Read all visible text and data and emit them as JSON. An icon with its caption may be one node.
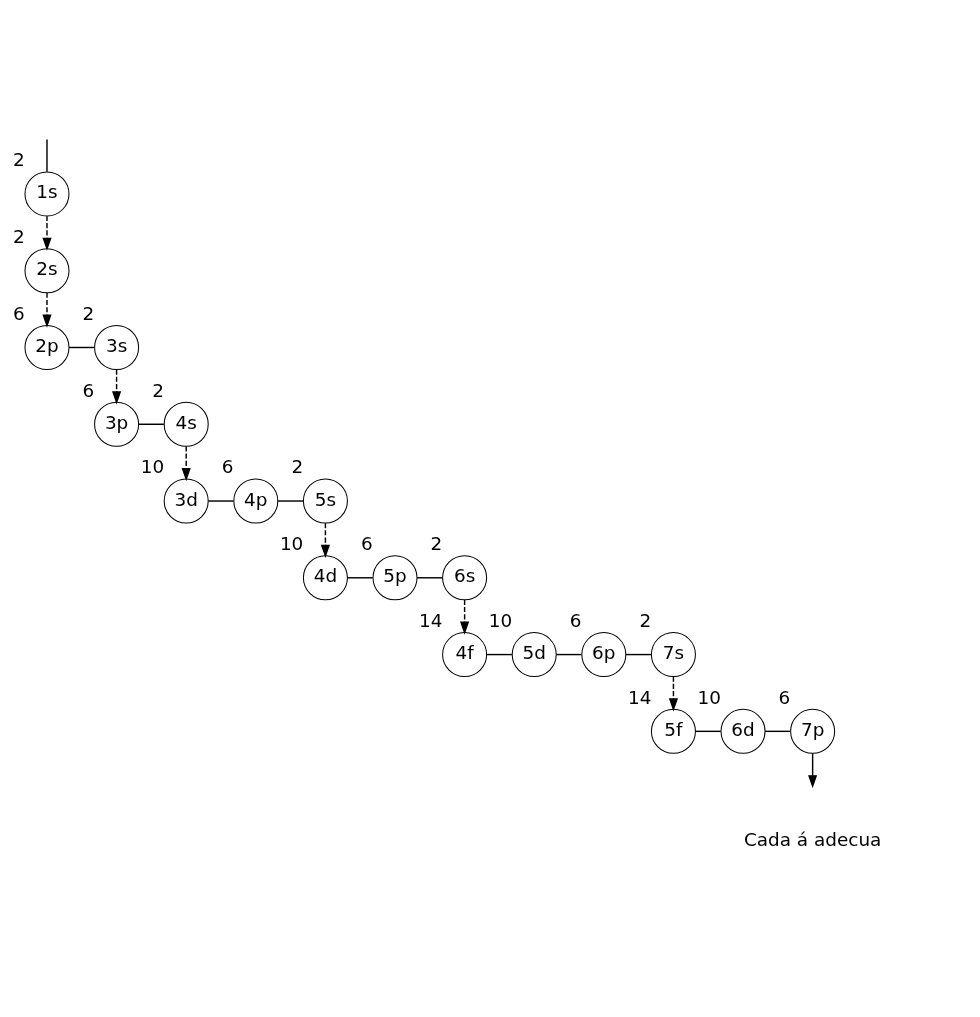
{
  "diagram": {
    "nodes": [
      {
        "text": [
          "1s"
        ],
        "beside": [
          "2"
        ]
      },
      {
        "text": [
          "2s"
        ],
        "beside": [
          "2"
        ]
      },
      {
        "text": [
          "2p"
        ],
        "beside": [
          "6"
        ]
      },
      {
        "text": [
          "3s"
        ],
        "beside": [
          "2"
        ]
      },
      {
        "text": [
          "3p"
        ],
        "beside": [
          "6"
        ]
      },
      {
        "text": [
          "4s"
        ],
        "beside": [
          "2"
        ]
      },
      {
        "text": [
          "3d"
        ],
        "beside": [
          "10"
        ]
      },
      {
        "text": [
          "4p"
        ],
        "beside": [
          "6"
        ]
      },
      {
        "text": [
          "5s"
        ],
        "beside": [
          "2"
        ]
      },
      {
        "text": [
          "4d"
        ],
        "beside": [
          "10"
        ]
      },
      {
        "text": [
          "5p"
        ],
        "beside": [
          "6"
        ]
      },
      {
        "text": [
          "6s"
        ],
        "beside": [
          "2"
        ]
      },
      {
        "text": [
          "4f"
        ],
        "beside": [
          "14"
        ]
      },
      {
        "text": [
          "5d"
        ],
        "beside": [
          "10"
        ]
      },
      {
        "text": [
          "6p"
        ],
        "beside": [
          "6"
        ]
      },
      {
        "text": [
          "7s"
        ],
        "beside": [
          "2"
        ]
      },
      {
        "text": [
          "5f"
        ],
        "beside": [
          "14"
        ]
      },
      {
        "text": [
          "6d"
        ],
        "beside": [
          "10"
        ]
      },
      {
        "text": [
          "7p"
        ],
        "beside": [
          "6"
        ]
      }
    ],
    "edges": [
      {
        "from": null,
        "to": 0,
        "arrow": "none"
      },
      {
        "from": 0,
        "to": 1,
        "arrow": "to",
        "style": "dashed"
      },
      {
        "from": 1,
        "to": 2,
        "arrow": "to",
        "style": "dashed"
      },
      {
        "from": 2,
        "to": 3,
        "arrow": "none"
      },
      {
        "from": 3,
        "to": 4,
        "arrow": "to",
        "style": "dashed"
      },
      {
        "from": 4,
        "to": 5,
        "arrow": "none"
      },
      {
        "from": 5,
        "to": 6,
        "arrow": "to",
        "style": "dashed"
      },
      {
        "from": 6,
        "to": 7,
        "arrow": "none"
      },
      {
        "from": 7,
        "to": 8,
        "arrow": "none"
      },
      {
        "from": 8,
        "to": 9,
        "arrow": "to",
        "style": "dashed"
      },
      {
        "from": 9,
        "to": 10,
        "arrow": "none"
      },
      {
        "from": 10,
        "to": 11,
        "arrow": "none"
      },
      {
        "from": 11,
        "to": 12,
        "arrow": "to",
        "style": "dashed"
      },
      {
        "from": 12,
        "to": 13,
        "arrow": "none"
      },
      {
        "from": 13,
        "to": 14,
        "arrow": "none"
      },
      {
        "from": 14,
        "to": 15,
        "arrow": "none"
      },
      {
        "from": 15,
        "to": 16,
        "arrow": "to",
        "style": "dashed"
      },
      {
        "from": 16,
        "to": 17,
        "arrow": "none"
      },
      {
        "from": 17,
        "to": 18,
        "arrow": "none"
      },
      {
        "from": 18,
        "to": null,
        "arrow": "to"
      }
    ],
    "labels": [
      "Cada á adecua"
    ]
  }
}
